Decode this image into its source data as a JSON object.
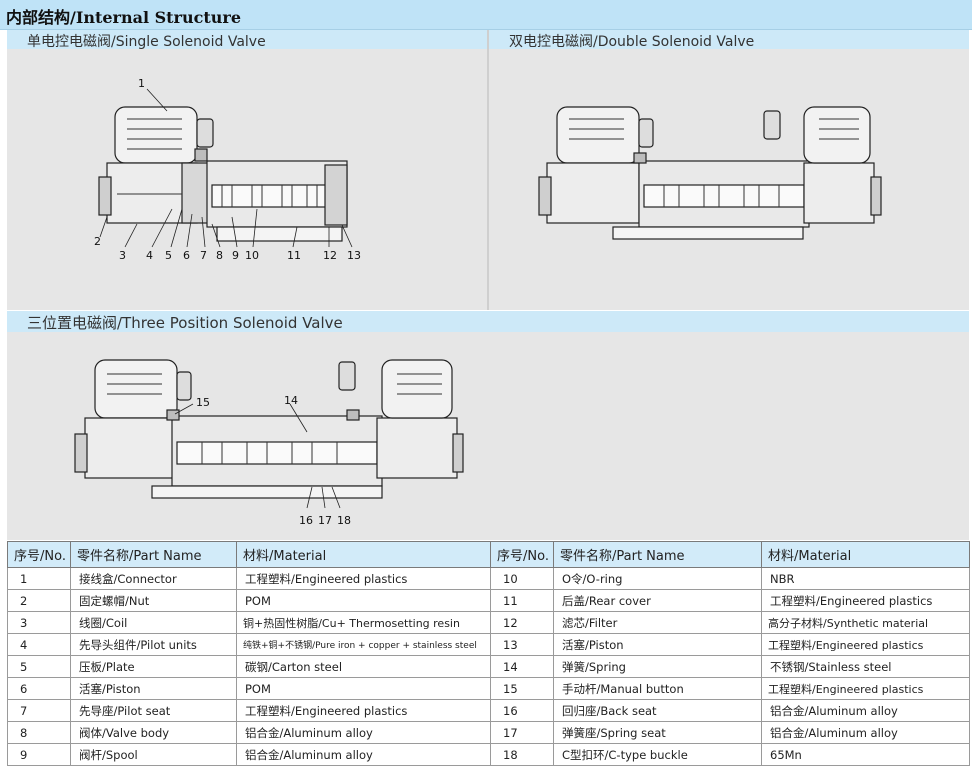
{
  "page_title": "内部结构/Internal Structure",
  "sections": {
    "single": "单电控电磁阀/Single Solenoid Valve",
    "double": "双电控电磁阀/Double Solenoid Valve",
    "three": "三位置电磁阀/Three Position Solenoid Valve"
  },
  "callouts": {
    "single": [
      "1",
      "2",
      "3",
      "4",
      "5",
      "6",
      "7",
      "8",
      "9",
      "10",
      "11",
      "12",
      "13"
    ],
    "three": [
      "15",
      "14",
      "16",
      "17",
      "18"
    ]
  },
  "table": {
    "headers": [
      "序号/No.",
      "零件名称/Part Name",
      "材料/Material",
      "序号/No.",
      "零件名称/Part Name",
      "材料/Material"
    ],
    "rows": [
      [
        "1",
        "接线盒/Connector",
        "工程塑料/Engineered plastics",
        "10",
        "O令/O-ring",
        "NBR"
      ],
      [
        "2",
        "固定螺帽/Nut",
        "POM",
        "11",
        "后盖/Rear cover",
        "工程塑料/Engineered plastics"
      ],
      [
        "3",
        "线圈/Coil",
        "铜+热固性树脂/Cu+ Thermosetting resin",
        "12",
        "滤芯/Filter",
        "高分子材料/Synthetic material"
      ],
      [
        "4",
        "先导头组件/Pilot units",
        "纯铁+铜+不锈钢/Pure iron + copper + stainless steel",
        "13",
        "活塞/Piston",
        "工程塑料/Engineered plastics"
      ],
      [
        "5",
        "压板/Plate",
        "碳钢/Carton steel",
        "14",
        "弹簧/Spring",
        "不锈钢/Stainless steel"
      ],
      [
        "6",
        "活塞/Piston",
        "POM",
        "15",
        "手动杆/Manual button",
        "工程塑料/Engineered plastics"
      ],
      [
        "7",
        "先导座/Pilot seat",
        "工程塑料/Engineered plastics",
        "16",
        "回归座/Back seat",
        "铝合金/Aluminum alloy"
      ],
      [
        "8",
        "阀体/Valve body",
        "铝合金/Aluminum alloy",
        "17",
        "弹簧座/Spring seat",
        "铝合金/Aluminum alloy"
      ],
      [
        "9",
        "阀杆/Spool",
        "铝合金/Aluminum alloy",
        "18",
        "C型扣环/C-type buckle",
        "65Mn"
      ]
    ]
  }
}
